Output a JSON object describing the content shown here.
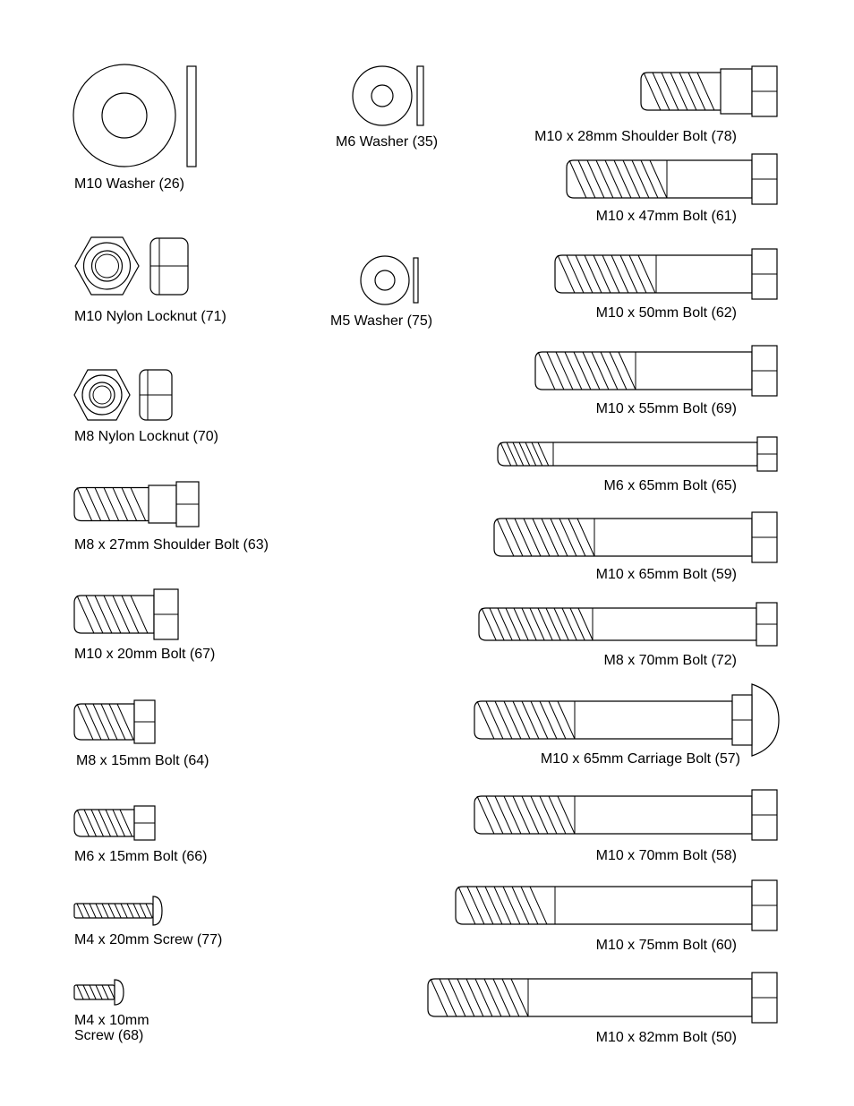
{
  "chart_data": {
    "type": "table",
    "title": "",
    "parts": [
      {
        "id": "washer-26",
        "kind": "washer",
        "label": "M10 Washer (26)"
      },
      {
        "id": "locknut-71",
        "kind": "locknut",
        "label": "M10 Nylon Locknut (71)"
      },
      {
        "id": "locknut-70",
        "kind": "locknut",
        "label": "M8 Nylon Locknut (70)"
      },
      {
        "id": "bolt-63",
        "kind": "shoulder-bolt",
        "label": "M8 x 27mm Shoulder Bolt (63)"
      },
      {
        "id": "bolt-67",
        "kind": "bolt",
        "label": "M10 x 20mm Bolt (67)"
      },
      {
        "id": "bolt-64",
        "kind": "bolt",
        "label": "M8 x 15mm Bolt (64)"
      },
      {
        "id": "bolt-66",
        "kind": "bolt",
        "label": "M6 x 15mm Bolt (66)"
      },
      {
        "id": "screw-77",
        "kind": "screw",
        "label": "M4 x 20mm Screw (77)"
      },
      {
        "id": "screw-68",
        "kind": "screw",
        "label_line1": "M4 x 10mm",
        "label_line2": "Screw (68)"
      },
      {
        "id": "washer-35",
        "kind": "washer",
        "label": "M6 Washer (35)"
      },
      {
        "id": "washer-75",
        "kind": "washer",
        "label": "M5 Washer (75)"
      },
      {
        "id": "bolt-78",
        "kind": "shoulder-bolt",
        "label": "M10 x 28mm Shoulder Bolt (78)"
      },
      {
        "id": "bolt-61",
        "kind": "bolt",
        "label": "M10 x 47mm Bolt (61)"
      },
      {
        "id": "bolt-62",
        "kind": "bolt",
        "label": "M10 x 50mm Bolt (62)"
      },
      {
        "id": "bolt-69",
        "kind": "bolt",
        "label": "M10 x 55mm Bolt (69)"
      },
      {
        "id": "bolt-65",
        "kind": "bolt",
        "label": "M6 x 65mm Bolt (65)"
      },
      {
        "id": "bolt-59",
        "kind": "bolt",
        "label": "M10 x 65mm Bolt (59)"
      },
      {
        "id": "bolt-72",
        "kind": "bolt",
        "label": "M8 x 70mm Bolt (72)"
      },
      {
        "id": "bolt-57",
        "kind": "carriage-bolt",
        "label": "M10 x 65mm Carriage Bolt (57)"
      },
      {
        "id": "bolt-58",
        "kind": "bolt",
        "label": "M10 x 70mm Bolt (58)"
      },
      {
        "id": "bolt-60",
        "kind": "bolt",
        "label": "M10 x 75mm Bolt (60)"
      },
      {
        "id": "bolt-50",
        "kind": "bolt",
        "label": "M10 x 82mm Bolt (50)"
      }
    ]
  }
}
